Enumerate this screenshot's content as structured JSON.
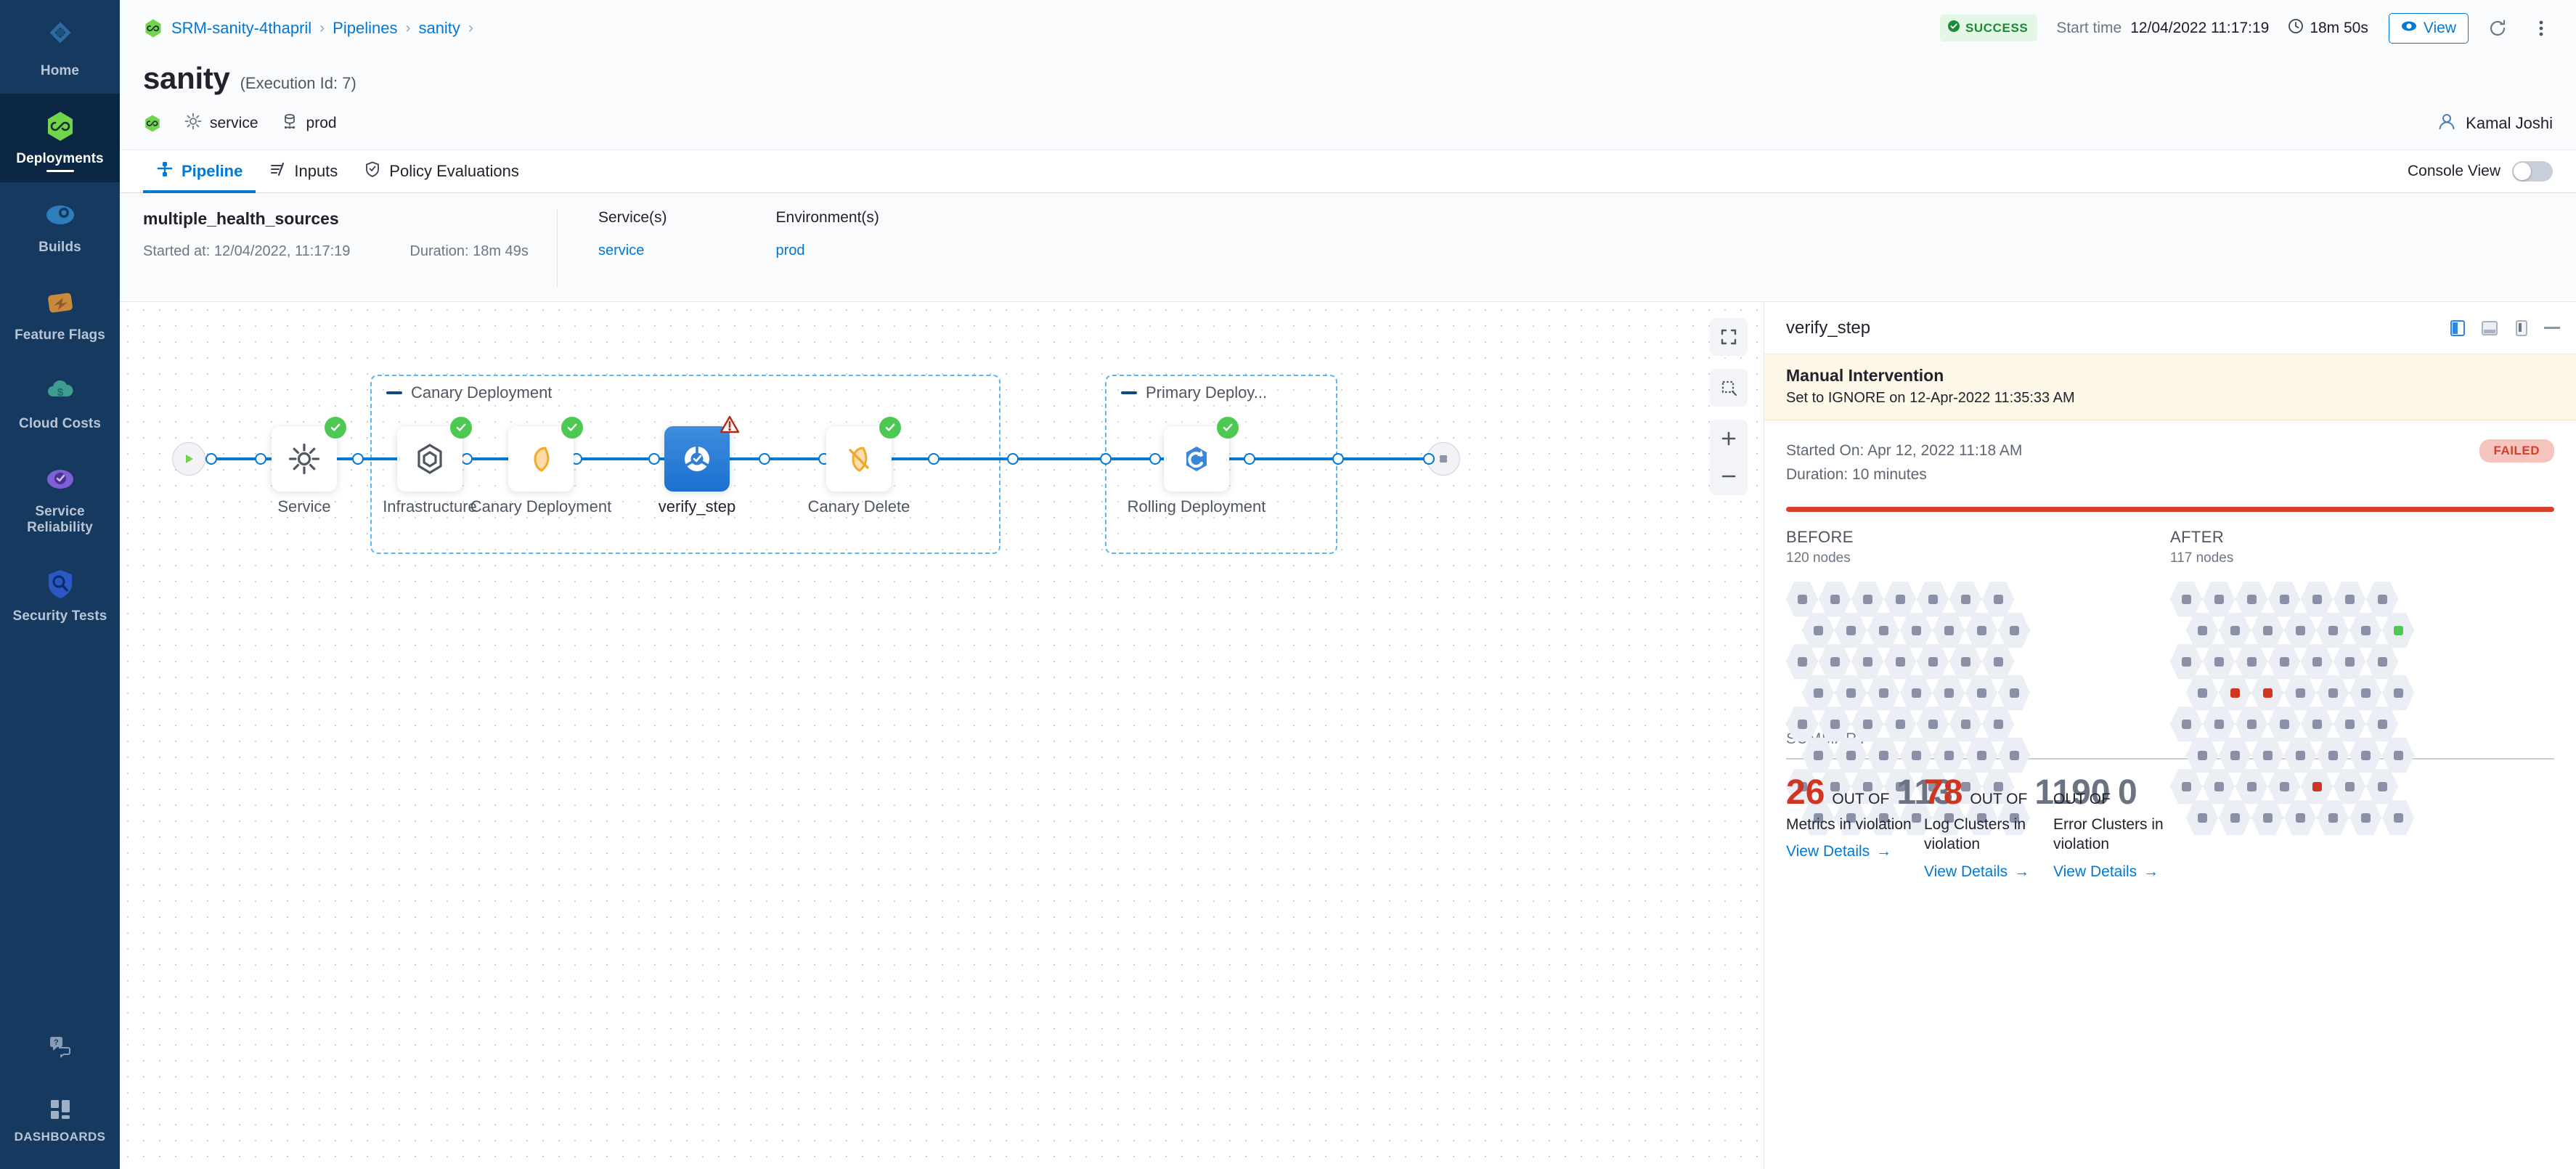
{
  "leftnav": {
    "items": [
      {
        "label": "Home",
        "icon": "home-diamond-icon",
        "active": false
      },
      {
        "label": "Deployments",
        "icon": "harness-infinity-icon",
        "active": true
      },
      {
        "label": "Builds",
        "icon": "builds-icon",
        "active": false
      },
      {
        "label": "Feature Flags",
        "icon": "feature-flags-icon",
        "active": false
      },
      {
        "label": "Cloud Costs",
        "icon": "cloud-cost-icon",
        "active": false
      },
      {
        "label": "Service Reliability",
        "icon": "service-reliability-icon",
        "active": false
      },
      {
        "label": "Security Tests",
        "icon": "security-shield-icon",
        "active": false
      }
    ],
    "help": {
      "label": "",
      "icon": "help-chat-icon"
    },
    "dashboards": {
      "label": "DASHBOARDS",
      "icon": "dashboards-grid-icon"
    }
  },
  "topbar": {
    "breadcrumbs": [
      {
        "label": "SRM-sanity-4thapril"
      },
      {
        "label": "Pipelines"
      },
      {
        "label": "sanity"
      }
    ],
    "separator": "›",
    "status": "SUCCESS",
    "start_time_label": "Start time",
    "start_time_value": "12/04/2022 11:17:19",
    "duration": "18m 50s",
    "view_button": "View",
    "refresh_icon": "refresh-icon",
    "more_icon": "more-vertical-icon"
  },
  "title": {
    "name": "sanity",
    "execution_id": "(Execution Id: 7)",
    "service_chip": "service",
    "env_chip": "prod",
    "user": "Kamal Joshi"
  },
  "tabs": [
    {
      "label": "Pipeline",
      "icon": "pipeline-icon",
      "active": true
    },
    {
      "label": "Inputs",
      "icon": "inputs-icon",
      "active": false
    },
    {
      "label": "Policy Evaluations",
      "icon": "policy-shield-icon",
      "active": false
    }
  ],
  "console_view": {
    "label": "Console View",
    "on": false
  },
  "exec_summary": {
    "name": "multiple_health_sources",
    "started_at": "Started at: 12/04/2022, 11:17:19",
    "duration": "Duration: 18m 49s",
    "services_head": "Service(s)",
    "services_value": "service",
    "env_head": "Environment(s)",
    "env_value": "prod"
  },
  "graph": {
    "tools": [
      {
        "name": "fit-screen-icon"
      },
      {
        "name": "selection-box-icon"
      },
      {
        "name": "zoom-in-icon"
      },
      {
        "name": "zoom-out-icon"
      }
    ],
    "groups": [
      {
        "label": "Canary Deployment"
      },
      {
        "label": "Primary Deploy..."
      }
    ],
    "nodes": [
      {
        "label": "Service",
        "icon": "gear-icon",
        "status": "success",
        "selected": false
      },
      {
        "label": "Infrastructure",
        "icon": "hexagon-icon",
        "status": "success",
        "selected": false
      },
      {
        "label": "Canary Deployment",
        "icon": "canary-bird-icon",
        "status": "success",
        "selected": false
      },
      {
        "label": "verify_step",
        "icon": "verify-icon",
        "status": "warning",
        "selected": true
      },
      {
        "label": "Canary Delete",
        "icon": "canary-delete-icon",
        "status": "success",
        "selected": false
      },
      {
        "label": "Rolling Deployment",
        "icon": "rolling-deploy-icon",
        "status": "success",
        "selected": false
      }
    ],
    "start_icon": "play-icon",
    "end_icon": "stop-icon"
  },
  "detail": {
    "title": "verify_step",
    "layout_icons": [
      "panel-right-icon",
      "panel-bottom-icon",
      "panel-float-icon",
      "minimize-icon"
    ],
    "banner_title": "Manual Intervention",
    "banner_sub": "Set to IGNORE on 12-Apr-2022 11:35:33 AM",
    "started_on": "Started On: Apr 12, 2022 11:18 AM",
    "duration": "Duration: 10 minutes",
    "status": "FAILED",
    "before": {
      "head": "BEFORE",
      "nodes": "120 nodes"
    },
    "after": {
      "head": "AFTER",
      "nodes": "117 nodes"
    },
    "summary_head": "SUMMARY",
    "metrics": [
      {
        "value": "26",
        "value_color": "red",
        "out_of_label": "OUT OF",
        "total": "113",
        "total_color": "gray",
        "desc": "Metrics in violation",
        "link": "View Details"
      },
      {
        "value": "78",
        "value_color": "red",
        "out_of_label": "OUT OF",
        "total": "1190",
        "total_color": "gray",
        "desc": "Log Clusters in violation",
        "link": "View Details"
      },
      {
        "value": "",
        "value_color": "gray",
        "out_of_label": "OUT OF",
        "total": "0",
        "total_color": "gray",
        "desc": "Error Clusters in violation",
        "link": "View Details"
      }
    ],
    "link_arrow": "→"
  },
  "colors": {
    "accent_blue": "#0278d5",
    "success_green": "#4dc953",
    "fail_red": "#cf3520",
    "nav_bg": "#15395f",
    "nav_active": "#0b2744",
    "warn_banner": "#fdf8e8"
  }
}
